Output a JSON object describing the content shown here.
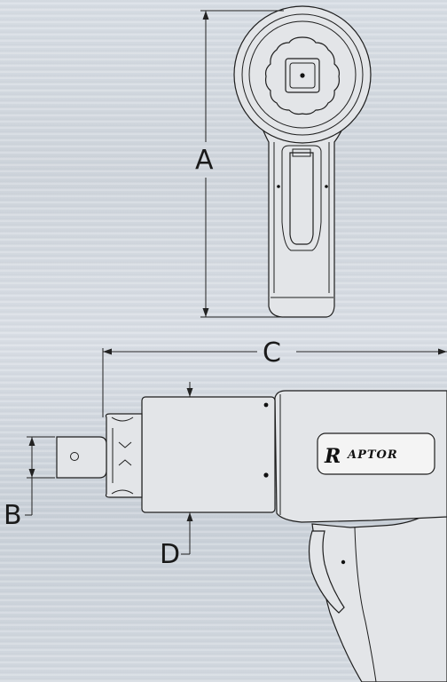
{
  "dimensions": {
    "a_label": "A",
    "b_label": "B",
    "c_label": "C",
    "d_label": "D"
  },
  "logo": {
    "initial": "R",
    "rest": "APTOR"
  }
}
